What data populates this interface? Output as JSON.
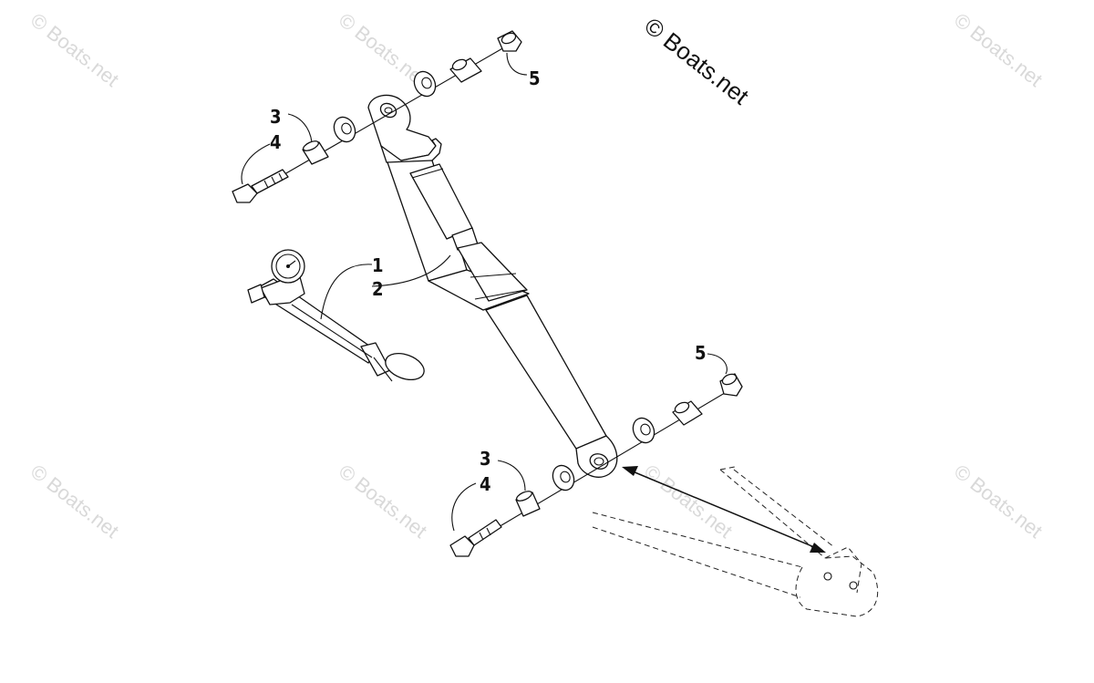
{
  "copyright": "© Boats.net",
  "watermark": "© Boats.net",
  "callouts": {
    "upper_5": "5",
    "upper_3": "3",
    "upper_4": "4",
    "label_1": "1",
    "label_2": "2",
    "lower_5": "5",
    "lower_3": "3",
    "lower_4": "4"
  }
}
